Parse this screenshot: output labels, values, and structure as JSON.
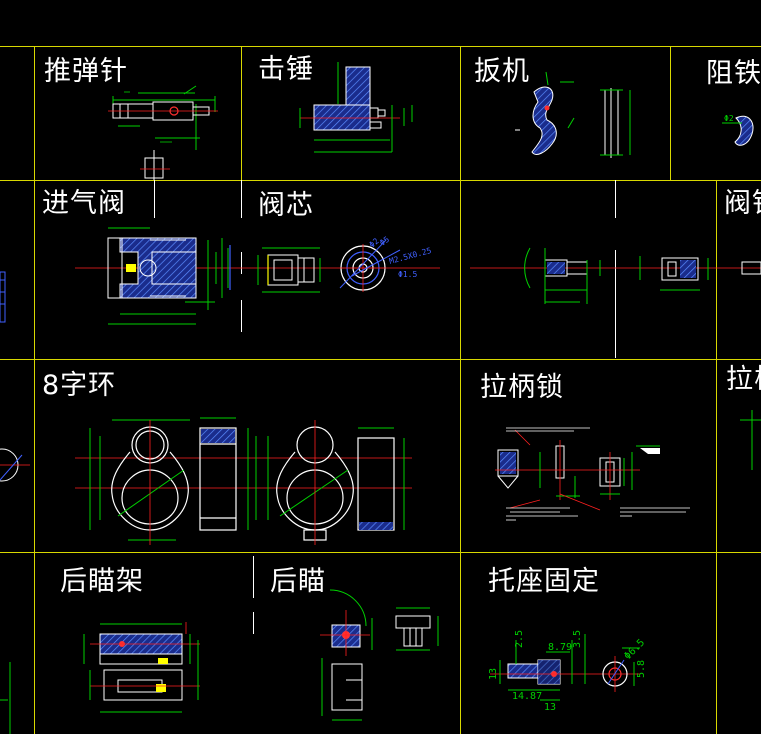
{
  "titles": {
    "tuidanzhen": "推弹针",
    "jichui": "击锤",
    "banji": "扳机",
    "zutie": "阻铁",
    "jinqifa": "进气阀",
    "faxin": "阀芯",
    "fazhen": "阀针",
    "zihuan": "8字环",
    "labingsuo": "拉柄锁",
    "labing": "拉柄",
    "houmiaojia": "后瞄架",
    "houmiao": "后瞄",
    "tuozuo": "托座固定"
  },
  "dims": {
    "faxin_d1": "Φ2",
    "faxin_d2": "Φ5",
    "faxin_d3": "M2.5X0.25",
    "faxin_d4": "Φ1.5",
    "zutie_d": "Φ2",
    "tuozuo_a": "2.5",
    "tuozuo_b": "8.79",
    "tuozuo_c": "3.5",
    "tuozuo_d": "Φ6.5",
    "tuozuo_e": "13",
    "tuozuo_f": "14.87",
    "tuozuo_g": "13",
    "tuozuo_h": "5.8"
  },
  "colors": {
    "background": "#000000",
    "frame": "#ffff00",
    "outline": "#ffffff",
    "dimension": "#00ff00",
    "centerline": "#ff0000",
    "hatch": "#0000ff",
    "annotation": "#0000ff"
  }
}
